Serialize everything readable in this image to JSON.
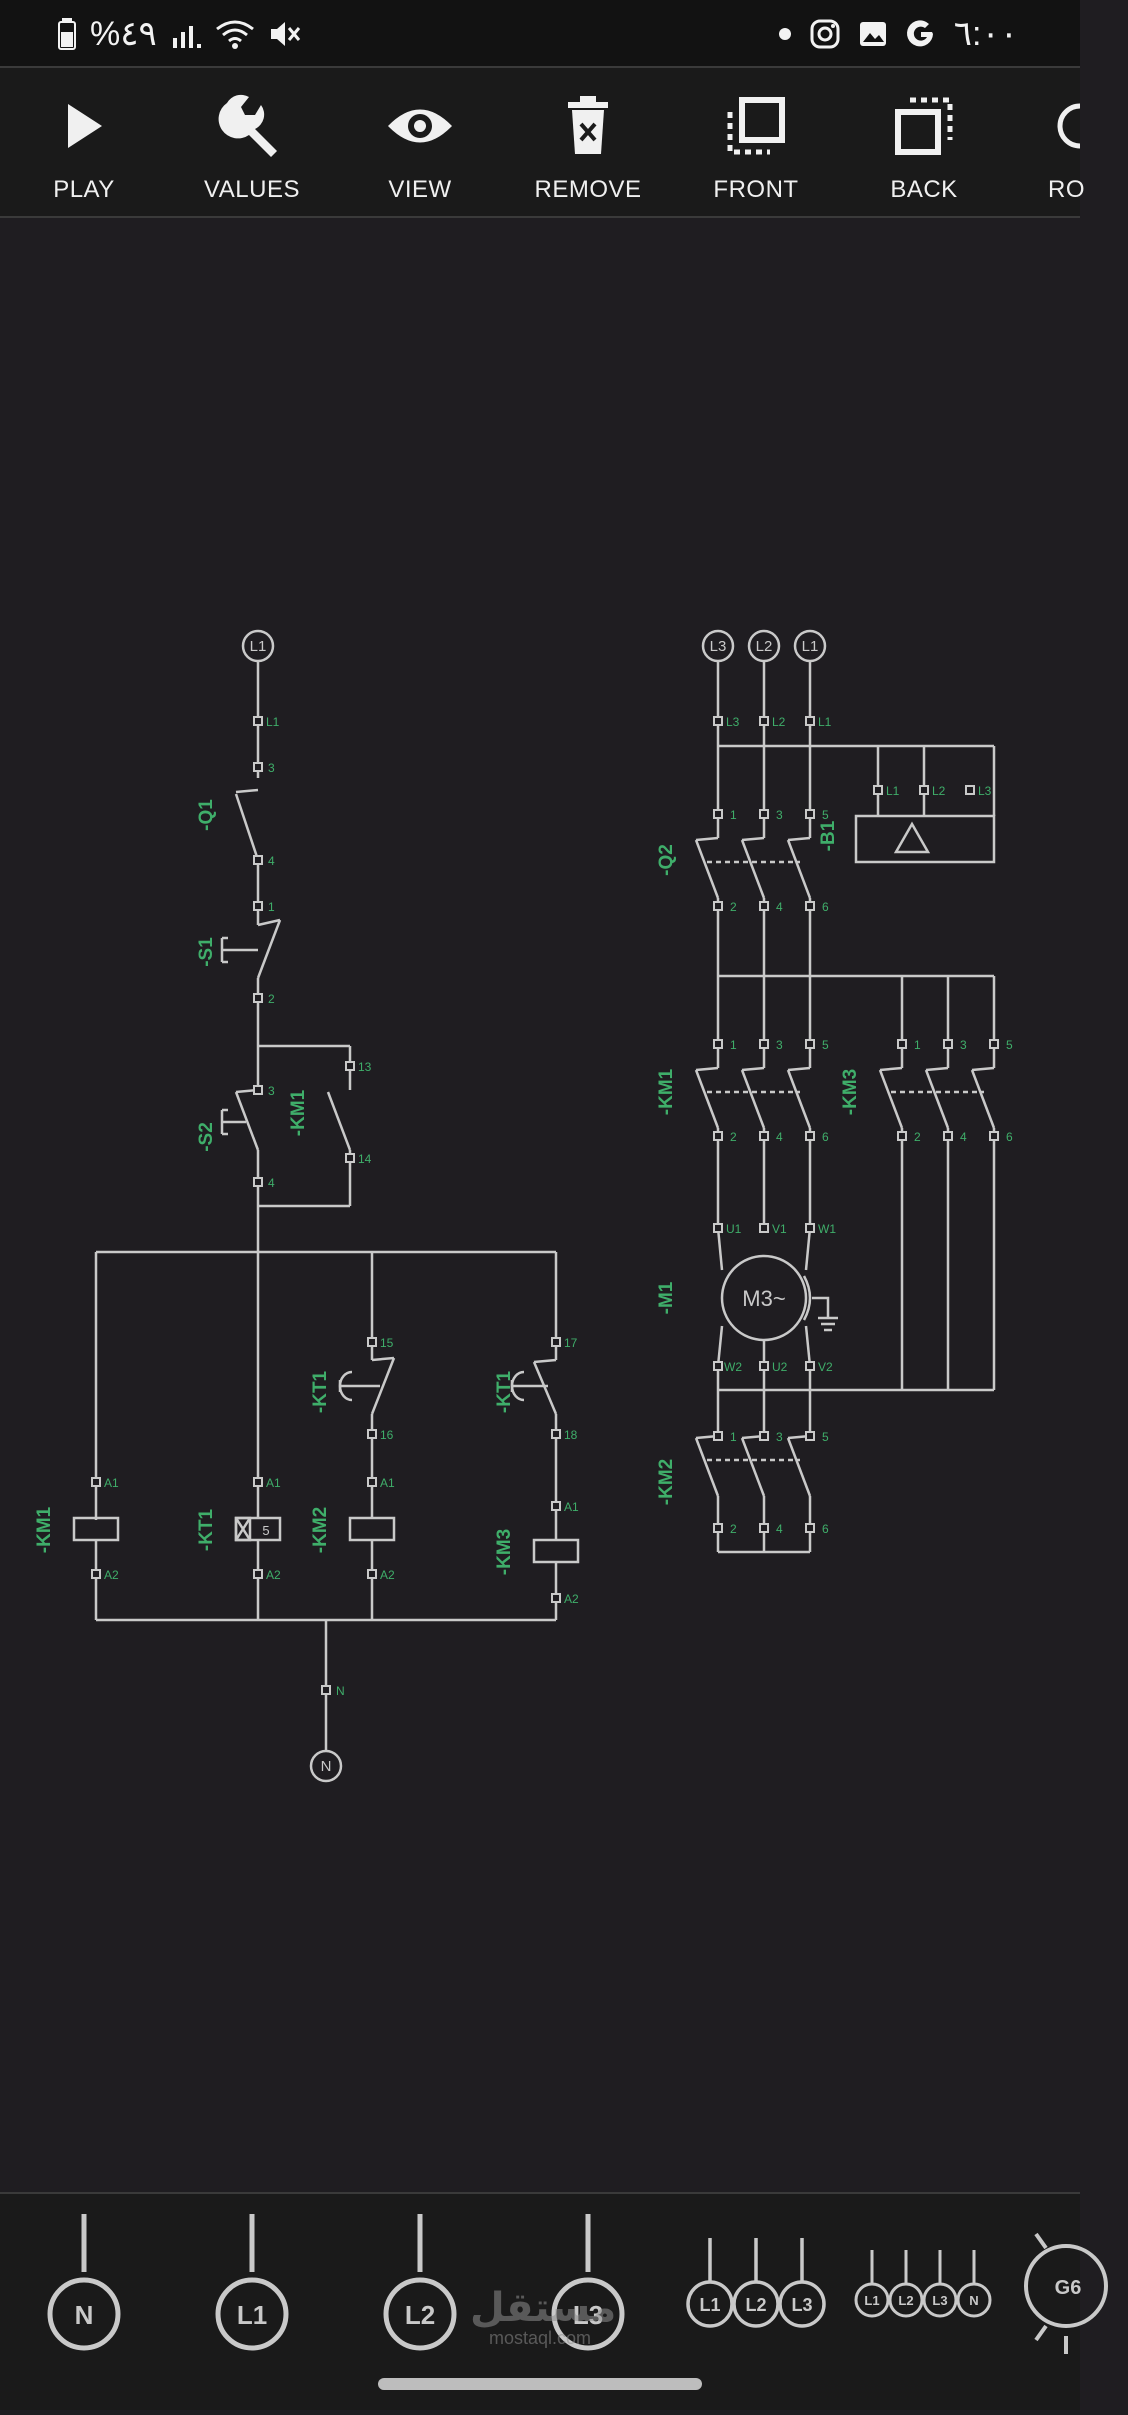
{
  "status_bar": {
    "battery_text": "%٤٩",
    "time": "٦:٠٠"
  },
  "toolbar": {
    "items": [
      {
        "label": "PLAY",
        "icon": "play-icon"
      },
      {
        "label": "VALUES",
        "icon": "wrench-icon"
      },
      {
        "label": "VIEW",
        "icon": "eye-icon"
      },
      {
        "label": "REMOVE",
        "icon": "trash-icon"
      },
      {
        "label": "FRONT",
        "icon": "bring-front-icon"
      },
      {
        "label": "BACK",
        "icon": "send-back-icon"
      },
      {
        "label": "RO",
        "icon": "rotate-icon"
      }
    ]
  },
  "diagram": {
    "control_terminals": {
      "top": "L1",
      "bottom": "N"
    },
    "control_labels": {
      "q1": "-Q1",
      "s1": "-S1",
      "s2": "-S2",
      "km1_aux": "-KM1",
      "km1": "-KM1",
      "kt1": "-KT1",
      "km2": "-KM2",
      "km3": "-KM3",
      "kt1_contact": "-KT1"
    },
    "control_pins": {
      "l1": "L1",
      "p3": "3",
      "p4": "4",
      "p1": "1",
      "p2": "2",
      "p13": "13",
      "p14": "14",
      "p15": "15",
      "p16": "16",
      "p17": "17",
      "p18": "18",
      "a1": "A1",
      "a2": "A2",
      "n": "N",
      "timer_value": "5"
    },
    "power_terminals": [
      "L3",
      "L2",
      "L1"
    ],
    "power_labels": {
      "q2": "-Q2",
      "b1": "-B1",
      "km1": "-KM1",
      "km3": "-KM3",
      "m1": "-M1",
      "km2": "-KM2"
    },
    "motor_label": "M3~",
    "power_pins": {
      "l3": "L3",
      "l2": "L2",
      "l1": "L1",
      "p1": "1",
      "p2": "2",
      "p3": "3",
      "p4": "4",
      "p5": "5",
      "p6": "6",
      "u1": "U1",
      "v1": "V1",
      "w1": "W1",
      "w2": "W2",
      "u2": "U2",
      "v2": "V2"
    }
  },
  "palette": {
    "items": [
      "N",
      "L1",
      "L2",
      "L3"
    ],
    "group3": [
      "L1",
      "L2",
      "L3"
    ],
    "group4": [
      "L1",
      "L2",
      "L3",
      "N"
    ],
    "partial": "G6"
  },
  "watermark": {
    "arabic": "مستقل",
    "latin": "mostaql.com"
  },
  "colors": {
    "background": "#1f1d21",
    "wire": "#c9c9c9",
    "label_green": "#3fae6a",
    "toolbar": "#1a1a1a"
  }
}
